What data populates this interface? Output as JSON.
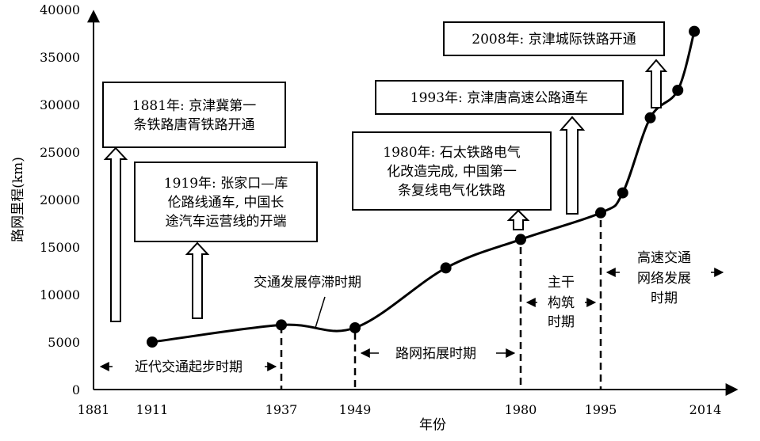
{
  "chart_data": {
    "type": "line",
    "title": "",
    "xlabel": "年份",
    "ylabel": "路网里程(km)",
    "x_ticks": [
      1881,
      1911,
      1937,
      1949,
      1980,
      1995,
      2014
    ],
    "y_ticks": [
      0,
      5000,
      10000,
      15000,
      20000,
      25000,
      30000,
      35000,
      40000
    ],
    "ylim": [
      0,
      40000
    ],
    "grid": false,
    "legend": "none",
    "series": [
      {
        "points": [
          {
            "x": 1911,
            "y": 5000
          },
          {
            "x": 1937,
            "y": 6800
          },
          {
            "x": 1949,
            "y": 6500
          },
          {
            "x": 1966,
            "y": 12800
          },
          {
            "x": 1980,
            "y": 15800
          },
          {
            "x": 1995,
            "y": 18600
          },
          {
            "x": 1999,
            "y": 20700
          },
          {
            "x": 2004,
            "y": 28600
          },
          {
            "x": 2009,
            "y": 31500
          },
          {
            "x": 2012,
            "y": 37700
          }
        ]
      }
    ],
    "annotations": [
      {
        "lines": [
          "1881年: 京津冀第一",
          "条铁路唐胥铁路开通"
        ]
      },
      {
        "lines": [
          "1919年: 张家口—库",
          "伦路线通车, 中国长",
          "途汽车运营线的开端"
        ]
      },
      {
        "lines": [
          "1980年: 石太铁路电气",
          "化改造完成, 中国第一",
          "条复线电气化铁路"
        ]
      },
      {
        "lines": [
          "1993年: 京津唐高速公路通车"
        ]
      },
      {
        "lines": [
          "2008年: 京津城际铁路开通"
        ]
      }
    ],
    "period_labels": [
      {
        "lines": [
          "近代交通起步时期"
        ]
      },
      {
        "lines": [
          "交通发展停滞时期"
        ]
      },
      {
        "lines": [
          "路网拓展时期"
        ]
      },
      {
        "lines": [
          "主干",
          "构筑",
          "时期"
        ]
      },
      {
        "lines": [
          "高速交通",
          "网络发展",
          "时期"
        ]
      }
    ]
  }
}
